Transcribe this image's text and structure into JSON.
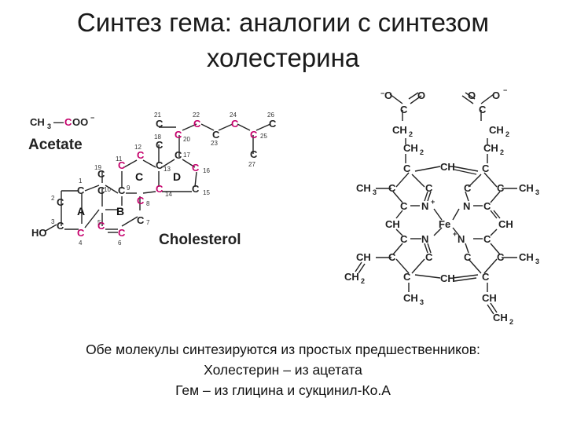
{
  "title": {
    "line1": "Синтез гема: аналогии с синтезом",
    "line2": "холестерина"
  },
  "acetate": {
    "formula_ch3": "CH",
    "formula_sub": "3",
    "formula_dash": "—",
    "formula_c": "C",
    "formula_oo": "OO",
    "formula_charge": "−",
    "name": "Acetate"
  },
  "cholesterol": {
    "name": "Cholesterol",
    "hydroxyl": "HO",
    "rings": [
      "A",
      "B",
      "C",
      "D"
    ],
    "atom": "C"
  },
  "heme": {
    "iron": "Fe",
    "nitrogen": "N",
    "nplus": "+",
    "methyl": "CH",
    "ch2": "CH",
    "ch": "CH",
    "oxygen": "O",
    "ominus": "−",
    "sub2": "2",
    "sub3": "3"
  },
  "caption": {
    "line1": "Обе молекулы синтезируются из простых предшественников:",
    "line2": "Холестерин – из ацетата",
    "line3": "Гем – из глицина и сукцинил-Ко.А"
  }
}
